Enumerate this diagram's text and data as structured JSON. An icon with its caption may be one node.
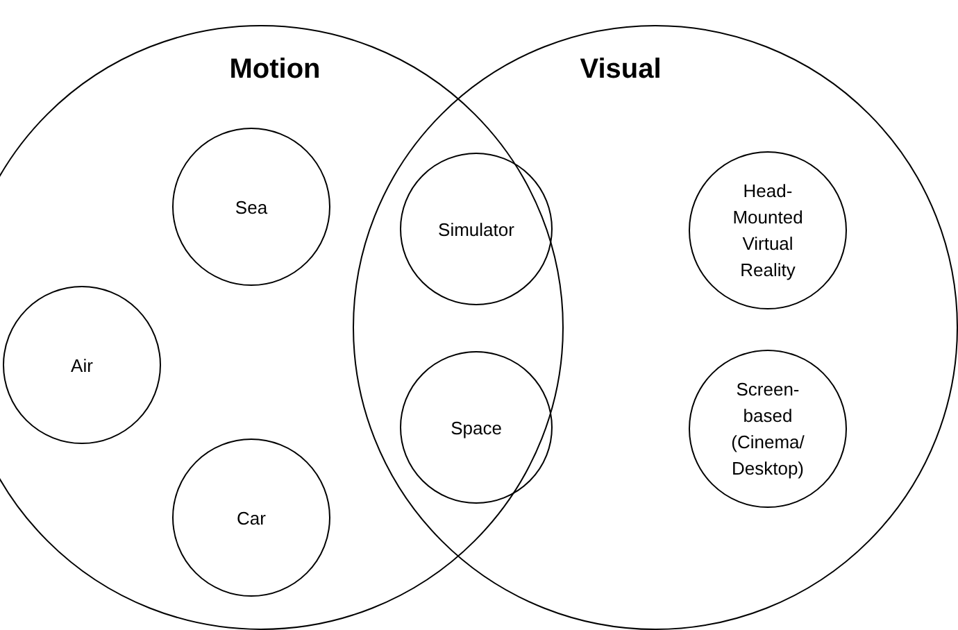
{
  "diagram": {
    "nodes": [
      {
        "text": [
          "Motion"
        ]
      },
      {
        "text": [
          "Visual"
        ]
      },
      {
        "text": [
          "Sea"
        ],
        "in": 0
      },
      {
        "text": [
          "Air"
        ],
        "in": 0
      },
      {
        "text": [
          "Car"
        ],
        "in": 0
      },
      {
        "text": [
          "Simulator"
        ]
      },
      {
        "text": [
          "Space"
        ]
      },
      {
        "text": [
          "Head-Mounted Virtual Reality"
        ],
        "in": 1
      },
      {
        "text": [
          "Screen-based (Cinema/ Desktop)"
        ],
        "in": 1
      }
    ]
  }
}
